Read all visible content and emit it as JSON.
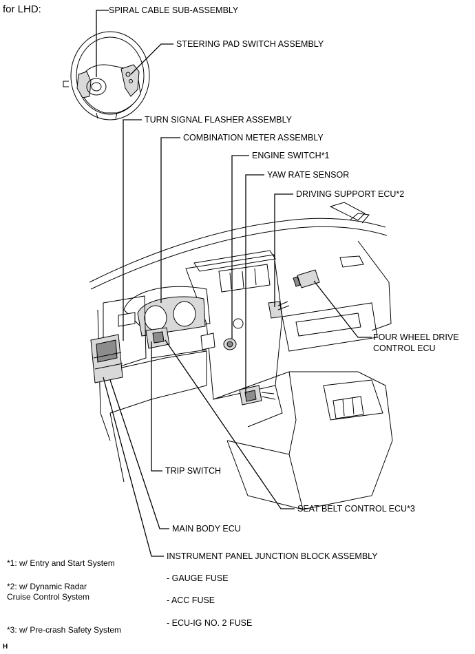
{
  "header": "for LHD:",
  "labels": {
    "spiral_cable": "SPIRAL CABLE SUB-ASSEMBLY",
    "steering_pad_switch": "STEERING PAD SWITCH ASSEMBLY",
    "turn_signal_flasher": "TURN SIGNAL FLASHER ASSEMBLY",
    "combination_meter": "COMBINATION METER ASSEMBLY",
    "engine_switch": "ENGINE SWITCH*1",
    "yaw_rate_sensor": "YAW RATE SENSOR",
    "driving_support_ecu": "DRIVING SUPPORT ECU*2",
    "four_wheel_drive_line1": "FOUR WHEEL DRIVE",
    "four_wheel_drive_line2": "CONTROL ECU",
    "trip_switch": "TRIP SWITCH",
    "seat_belt_control_ecu": "SEAT BELT CONTROL ECU*3",
    "main_body_ecu": "MAIN BODY ECU",
    "instrument_panel_jb": "INSTRUMENT PANEL JUNCTION BLOCK ASSEMBLY"
  },
  "fuses": [
    "- GAUGE FUSE",
    "- ACC FUSE",
    "- ECU-IG NO. 2 FUSE"
  ],
  "notes": {
    "n1": "*1: w/ Entry and Start System",
    "n2_line1": "*2: w/ Dynamic Radar",
    "n2_line2": "Cruise Control System",
    "n3": "*3: w/ Pre-crash Safety System"
  },
  "footer": "H"
}
